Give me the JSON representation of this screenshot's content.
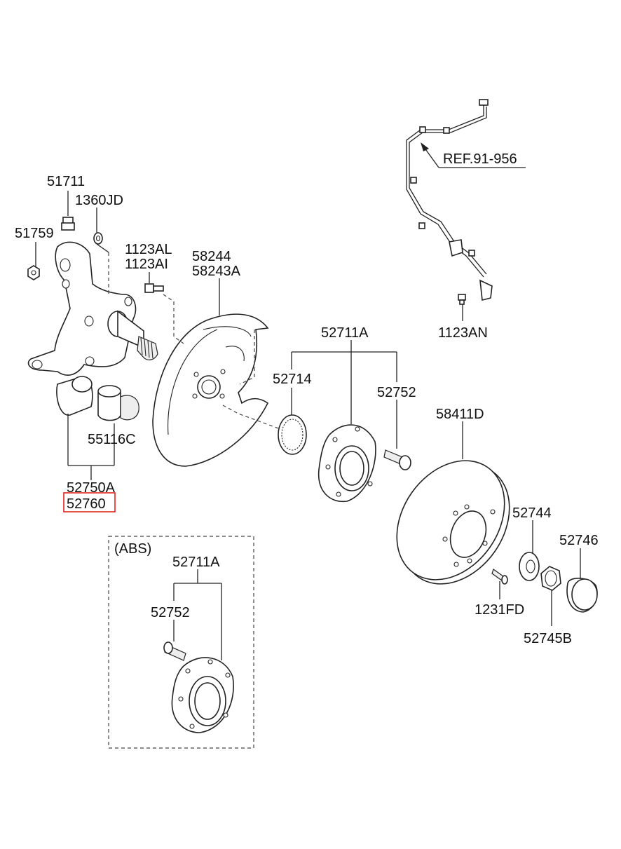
{
  "labels": {
    "p51711": "51711",
    "p1360JD": "1360JD",
    "p51759": "51759",
    "p1123AL": "1123AL",
    "p1123AI": "1123AI",
    "p58244": "58244",
    "p58243A": "58243A",
    "p52711A": "52711A",
    "p52714": "52714",
    "p52752": "52752",
    "p58411D": "58411D",
    "p55116C": "55116C",
    "p52750A": "52750A",
    "p52760": "52760",
    "p52744": "52744",
    "p52746": "52746",
    "p1231FD": "1231FD",
    "p52745B": "52745B",
    "p1123AN": "1123AN",
    "ref": "REF.91-956",
    "abs": "(ABS)",
    "abs52711A": "52711A",
    "abs52752": "52752"
  },
  "colors": {
    "highlight": "#e0251b",
    "line": "#222222"
  }
}
